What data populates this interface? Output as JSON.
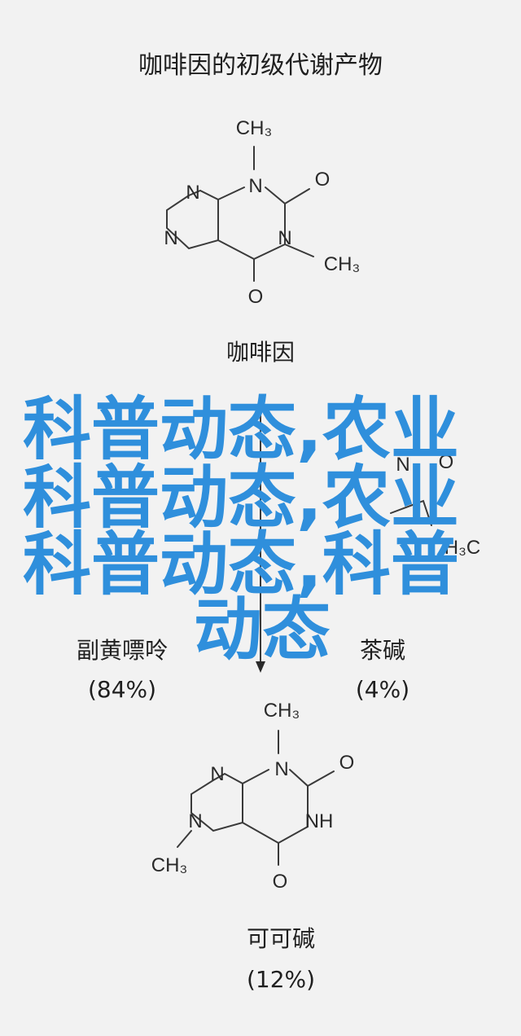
{
  "title": "咖啡因的初级代谢产物",
  "source_molecule": {
    "name": "咖啡因"
  },
  "products": [
    {
      "name": "副黄嘌呤",
      "percent": "(84%)"
    },
    {
      "name": "茶碱",
      "percent": "(4%)"
    },
    {
      "name": "可可碱",
      "percent": "(12%)"
    }
  ],
  "atoms": {
    "ch3": "CH₃",
    "n": "N",
    "o": "O",
    "nh": "NH",
    "h3c": "H₃C"
  },
  "overlay": {
    "line1": "科普动态,农业",
    "line2": "科普动态,农业",
    "line3": "科普动态,科普",
    "line4": "动态"
  },
  "colors": {
    "overlay": "#2f8fdc",
    "background": "#f2f2f2",
    "ink": "#2a2a2a"
  }
}
